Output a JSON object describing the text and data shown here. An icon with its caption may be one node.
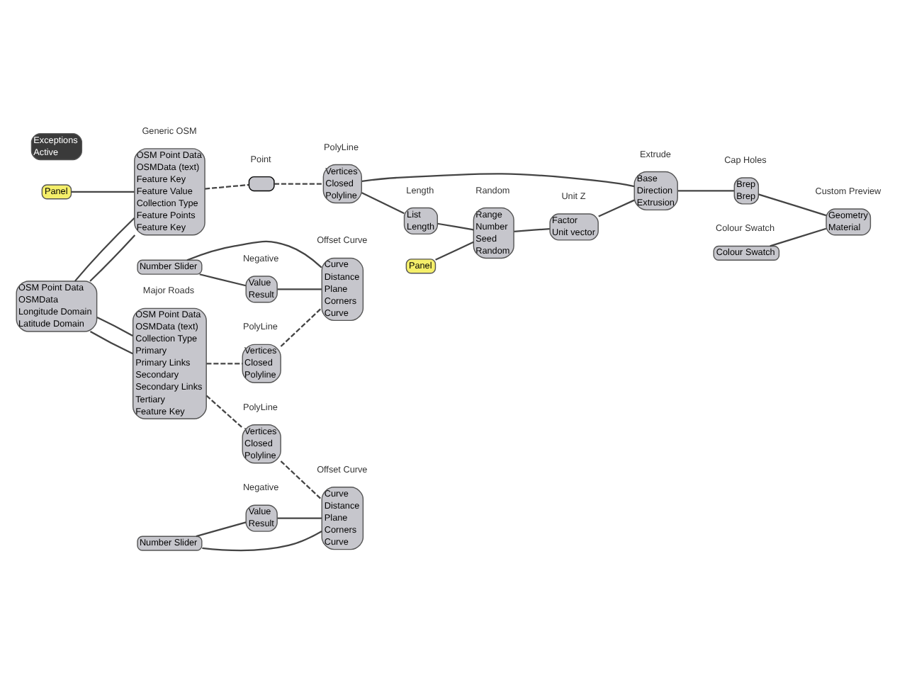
{
  "diagram": {
    "nodes": [
      {
        "text": [
          "OSM Point Data",
          "OSMData",
          "Longitude Domain",
          "Latitude Domain"
        ]
      },
      {
        "text": [
          "Panel"
        ]
      },
      {
        "text": [
          "OSM Point Data",
          "OSMData (text)",
          "Feature Key",
          "Feature Value",
          "Collection Type",
          "Feature Points",
          "Feature Key"
        ],
        "beside": [
          "Generic OSM"
        ]
      },
      {
        "text": [],
        "shape": "box",
        "beside": [
          "Point"
        ]
      },
      {
        "text": [
          "Vertices",
          "Closed",
          "Polyline"
        ],
        "beside": [
          "PolyLine"
        ]
      },
      {
        "text": [
          "List",
          "Length"
        ],
        "beside": [
          "Length"
        ]
      },
      {
        "text": [
          "Panel"
        ]
      },
      {
        "text": [
          "Range",
          "Number",
          "Seed",
          "Random"
        ],
        "beside": [
          "Random"
        ]
      },
      {
        "text": [
          "Factor",
          "Unit vector"
        ],
        "beside": [
          "Unit Z"
        ]
      },
      {
        "text": [
          "Base",
          "Direction",
          "Extrusion"
        ],
        "beside": [
          "Extrude"
        ]
      },
      {
        "text": [
          "Brep",
          "Brep"
        ],
        "beside": [
          "Cap Holes"
        ]
      },
      {
        "text": [
          "Colour Swatch"
        ],
        "beside": [
          "Colour Swatch"
        ]
      },
      {
        "text": [
          "Geometry",
          "Material"
        ],
        "beside": [
          "Custom Preview"
        ]
      },
      {
        "text": [
          "Exceptions",
          "Active"
        ]
      },
      {
        "text": [
          "OSM Point Data",
          "OSMData (text)",
          "Collection Type",
          "Primary",
          "Primary Links",
          "Secondary",
          "Secondary Links",
          "Tertiary",
          "Feature Key"
        ],
        "beside": [
          "Major Roads"
        ]
      },
      {
        "text": [
          "Vertices",
          "Closed",
          "Polyline"
        ],
        "beside": [
          "PolyLine"
        ]
      },
      {
        "text": [
          "Curve",
          "Distance",
          "Plane",
          "Corners",
          "Curve"
        ],
        "beside": [
          "Offset Curve"
        ]
      },
      {
        "text": [
          "Number Slider"
        ]
      },
      {
        "text": [
          "Value",
          "Result"
        ],
        "beside": [
          "Negative"
        ]
      },
      {
        "text": [
          "Vertices",
          "Closed",
          "Polyline"
        ],
        "beside": [
          "PolyLine"
        ]
      },
      {
        "text": [
          "Curve",
          "Distance",
          "Plane",
          "Corners",
          "Curve"
        ],
        "beside": [
          "Offset Curve"
        ]
      },
      {
        "text": [
          "Number Slider"
        ]
      },
      {
        "text": [
          "Value",
          "Result"
        ],
        "beside": [
          "Negative"
        ]
      }
    ],
    "edges": [
      {
        "from": 0,
        "to": 2,
        "arrow": "none"
      },
      {
        "from": 0,
        "to": 2,
        "arrow": "none"
      },
      {
        "from": 1,
        "to": 2,
        "arrow": "none"
      },
      {
        "from": 2,
        "to": 3,
        "arrow": "none",
        "style": "dashed"
      },
      {
        "from": 3,
        "to": 4,
        "arrow": "none",
        "style": "dashed"
      },
      {
        "from": 4,
        "to": 9,
        "arrow": "none"
      },
      {
        "from": 4,
        "to": 5,
        "arrow": "none"
      },
      {
        "from": 5,
        "to": 7,
        "arrow": "none"
      },
      {
        "from": 6,
        "to": 7,
        "arrow": "none"
      },
      {
        "from": 7,
        "to": 8,
        "arrow": "none"
      },
      {
        "from": 8,
        "to": 9,
        "arrow": "none"
      },
      {
        "from": 9,
        "to": 10,
        "arrow": "none"
      },
      {
        "from": 10,
        "to": 12,
        "arrow": "none"
      },
      {
        "from": 11,
        "to": 12,
        "arrow": "none"
      },
      {
        "from": 0,
        "to": 14,
        "arrow": "none"
      },
      {
        "from": 0,
        "to": 14,
        "arrow": "none"
      },
      {
        "from": 14,
        "to": 15,
        "arrow": "none",
        "style": "dashed"
      },
      {
        "from": 15,
        "to": 16,
        "arrow": "none",
        "style": "dashed"
      },
      {
        "from": 17,
        "to": 16,
        "arrow": "none"
      },
      {
        "from": 17,
        "to": 18,
        "arrow": "none"
      },
      {
        "from": 18,
        "to": 16,
        "arrow": "none"
      },
      {
        "from": 14,
        "to": 19,
        "arrow": "none",
        "style": "dashed"
      },
      {
        "from": 19,
        "to": 20,
        "arrow": "none",
        "style": "dashed"
      },
      {
        "from": 21,
        "to": 20,
        "arrow": "none"
      },
      {
        "from": 21,
        "to": 22,
        "arrow": "none"
      },
      {
        "from": 22,
        "to": 20,
        "arrow": "none"
      }
    ]
  }
}
